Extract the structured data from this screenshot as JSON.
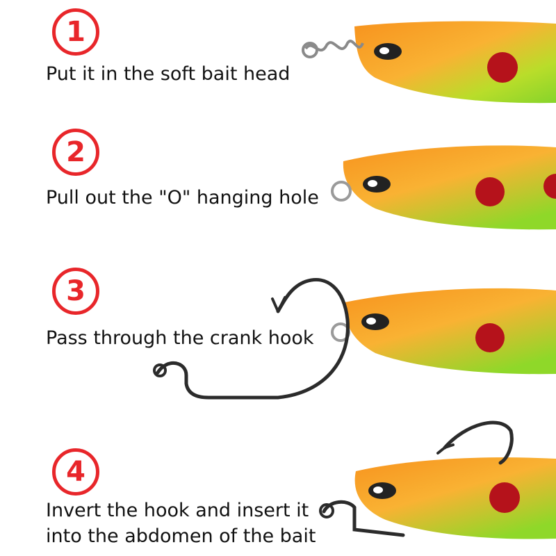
{
  "steps": [
    {
      "number": "1",
      "text": "Put it in the soft bait head"
    },
    {
      "number": "2",
      "text": "Pull out the \"O\" hanging hole"
    },
    {
      "number": "3",
      "text": "Pass through the crank hook"
    },
    {
      "number": "4",
      "text": "Invert the hook and insert it",
      "text2": "into the abdomen of the bait"
    }
  ],
  "colors": {
    "accent": "#e8262a",
    "bait_orange": "#f7931e",
    "bait_green": "#8fd829",
    "spot": "#b5121b",
    "hook": "#2b2b2b"
  }
}
